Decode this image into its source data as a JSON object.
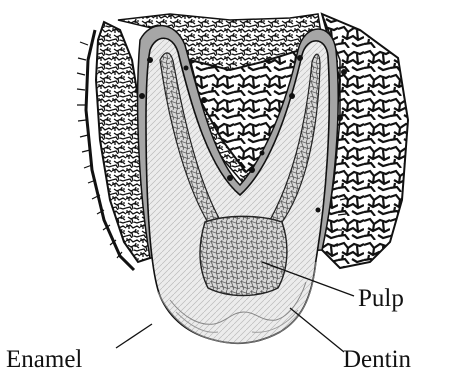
{
  "labels": {
    "pulp": "Pulp",
    "enamel": "Enamel",
    "dentin": "Dentin"
  },
  "colors": {
    "ink": "#111111",
    "bone_fill": "#ffffff",
    "tooth_tint": "#e8e8e8",
    "pulp_tint": "#d4d4d4",
    "membrane_tint": "#9a9a9a"
  }
}
